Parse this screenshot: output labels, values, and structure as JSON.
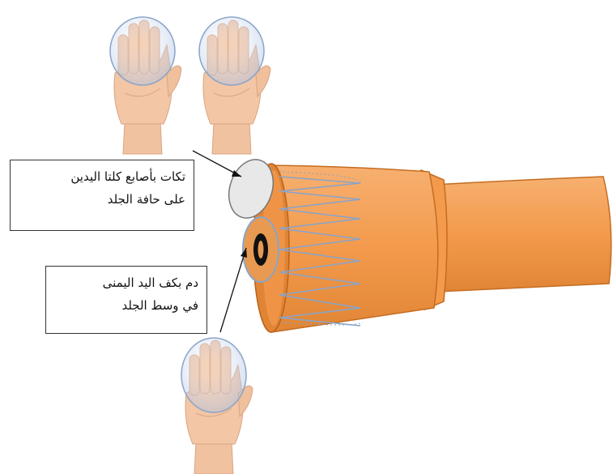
{
  "callouts": {
    "tap": {
      "line1": "تكات بأصابع كلتا اليدين",
      "line2": "على حافة الجلد"
    },
    "blood": {
      "line1": "دم بكف اليد اليمنى",
      "line2": "في وسط الجلد"
    }
  },
  "colors": {
    "drum_body": "#f39a4c",
    "drum_dark": "#d9782a",
    "rope": "#8aa4c8",
    "skin_edge_disc": "#e8e8e8",
    "hand_skin": "#f3c6a6",
    "hand_circle": "#b9cbe8"
  },
  "icons": {
    "hand": "hand-icon",
    "drum": "darbuka-drum"
  }
}
